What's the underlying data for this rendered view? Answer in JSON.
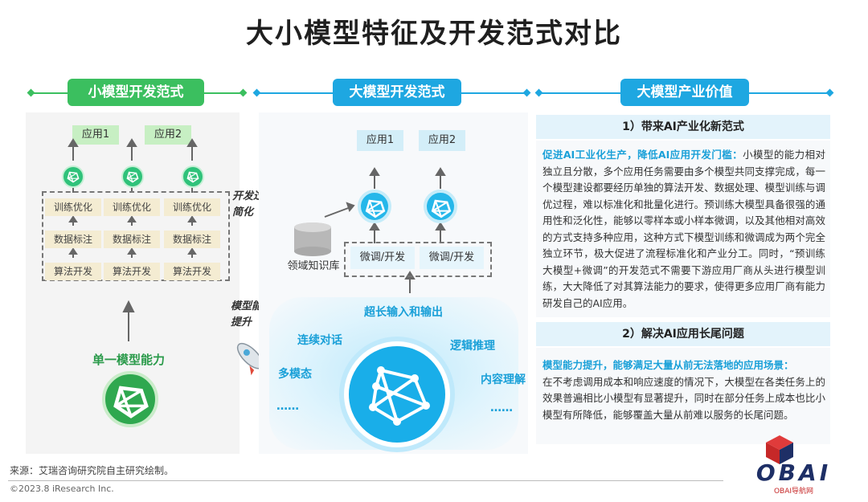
{
  "title": "大小模型特征及开发范式对比",
  "colors": {
    "green": "#3bbf5f",
    "blue": "#1ea7e1",
    "lightgreen": "#c7efc3",
    "lightblue": "#d3eef8"
  },
  "left": {
    "header": "小模型开发范式",
    "apps": [
      "应用1",
      "应用2"
    ],
    "columns": [
      {
        "steps": [
          "训练优化",
          "数据标注",
          "算法开发"
        ]
      },
      {
        "steps": [
          "训练优化",
          "数据标注",
          "算法开发"
        ]
      },
      {
        "steps": [
          "训练优化",
          "数据标注",
          "算法开发"
        ]
      }
    ],
    "capability": "单一模型能力"
  },
  "notes": {
    "dev_simplify": "开发过程简化",
    "ability_up": "模型能力提升"
  },
  "middle": {
    "header": "大模型开发范式",
    "apps": [
      "应用1",
      "应用2"
    ],
    "finetune": [
      "微调/开发",
      "微调/开发"
    ],
    "knowledge": "领域知识库",
    "caps": {
      "top": "超长输入和输出",
      "left1": "连续对话",
      "left2": "多模态",
      "left3": "……",
      "right1": "逻辑推理",
      "right2": "内容理解",
      "right3": "……"
    }
  },
  "right": {
    "header": "大模型产业价值",
    "section1": {
      "title": "1）带来AI产业化新范式",
      "lead": "促进AI工业化生产，降低AI应用开发门槛：",
      "body": "小模型的能力相对独立且分散，多个应用任务需要由多个模型共同支撑完成，每一个模型建设都要经历单独的算法开发、数据处理、模型训练与调优过程，难以标准化和批量化进行。预训练大模型具备很强的通用性和泛化性，能够以零样本或小样本微调，以及其他相对高效的方式支持多种应用，这种方式下模型训练和微调成为两个完全独立环节，极大促进了流程标准化和产业分工。同时，“预训练大模型+微调”的开发范式不需要下游应用厂商从头进行模型训练，大大降低了对其算法能力的要求，使得更多应用厂商有能力研发自己的AI应用。"
    },
    "section2": {
      "title": "2）解决AI应用长尾问题",
      "lead": "模型能力提升，能够满足大量从前无法落地的应用场景：",
      "body": "在不考虑调用成本和响应速度的情况下，大模型在各类任务上的效果普遍相比小模型有显著提升，同时在部分任务上成本也比小模型有所降低，能够覆盖大量从前难以服务的长尾问题。"
    }
  },
  "footer": {
    "source": "来源：艾瑞咨询研究院自主研究绘制。",
    "copyright": "©2023.8 iResearch Inc."
  },
  "logo": {
    "text": "OBAI",
    "sub": "OBAI导航网"
  }
}
